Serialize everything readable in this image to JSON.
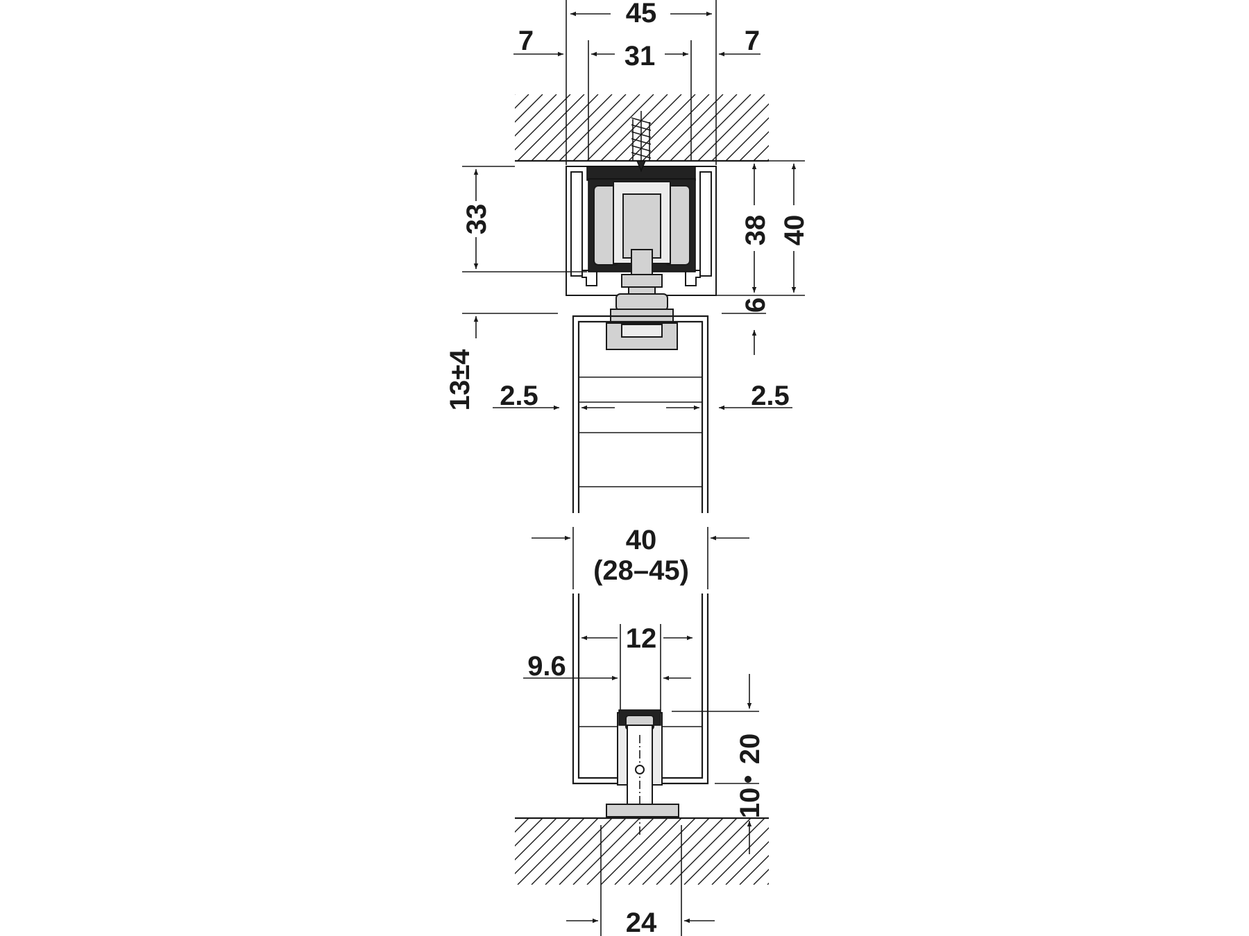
{
  "colors": {
    "line": "#1a1a1a",
    "part_fill": "#d2d2d2",
    "dark_fill": "#222222",
    "background": "#ffffff"
  },
  "dimensions": {
    "top_width": "45",
    "left_offset": "7",
    "inner_width": "31",
    "right_offset": "7",
    "track_height_left": "33",
    "track_height_38": "38",
    "track_height_40": "40",
    "gap_6": "6",
    "adjust": "13±4",
    "left_clearance": "2.5",
    "right_clearance": "2.5",
    "door_thickness": "40",
    "door_thickness_range": "(28–45)",
    "guide_width": "12",
    "guide_offset": "9.6",
    "guide_depth": "20",
    "floor_gap": "10",
    "base_width": "24"
  }
}
